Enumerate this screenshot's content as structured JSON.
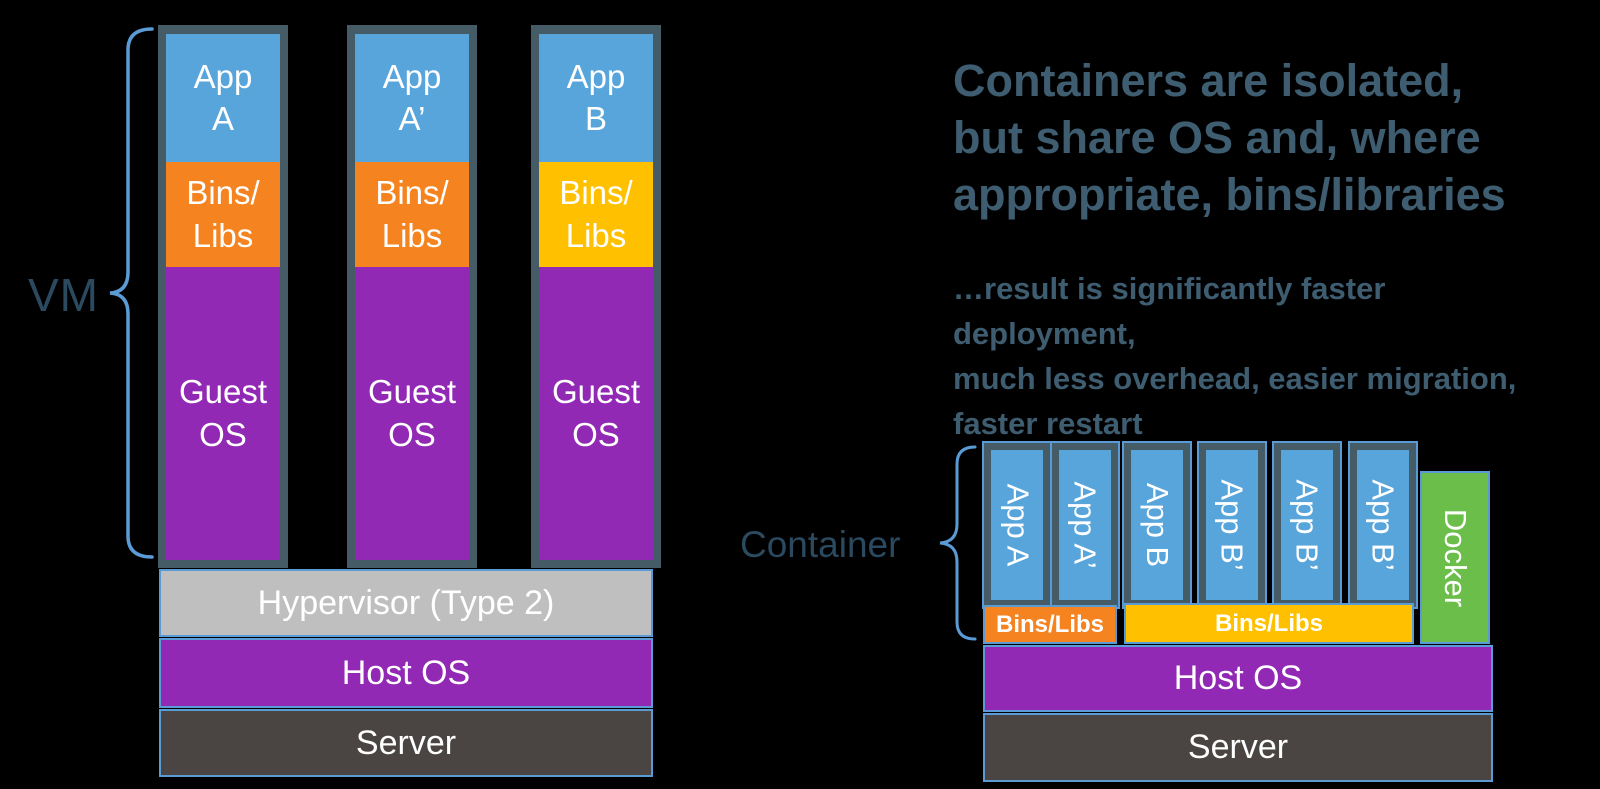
{
  "colors": {
    "app_blue": "#58A5DC",
    "bins_orange": "#F5831F",
    "bins_yellow": "#FFC000",
    "os_purple": "#9229B4",
    "hypervisor_gray": "#BFBFBF",
    "server_gray": "#4A4543",
    "docker_green": "#6CBE4B",
    "frame_slate": "#455C66",
    "accent_blue": "#5B9BD5",
    "label_dark": "#2B4A60",
    "heading_blue": "#3E5D70"
  },
  "vm": {
    "label": "VM",
    "columns": [
      {
        "app": "App\nA",
        "bins": "Bins/\nLibs",
        "os": "Guest\nOS"
      },
      {
        "app": "App\nA’",
        "bins": "Bins/\nLibs",
        "os": "Guest\nOS"
      },
      {
        "app": "App\nB",
        "bins": "Bins/\nLibs",
        "os": "Guest\nOS"
      }
    ],
    "hypervisor": "Hypervisor (Type 2)",
    "host_os": "Host OS",
    "server": "Server"
  },
  "callout": {
    "heading": "Containers are isolated,\nbut share OS and, where\nappropriate, bins/libraries",
    "body": "…result is significantly faster deployment,\nmuch less overhead, easier migration,\nfaster restart"
  },
  "containers": {
    "label": "Container",
    "apps": [
      "App A",
      "App A’",
      "App B",
      "App B’",
      "App B’",
      "App B’"
    ],
    "bins_left": "Bins/Libs",
    "bins_right": "Bins/Libs",
    "docker": "Docker",
    "host_os": "Host OS",
    "server": "Server"
  }
}
